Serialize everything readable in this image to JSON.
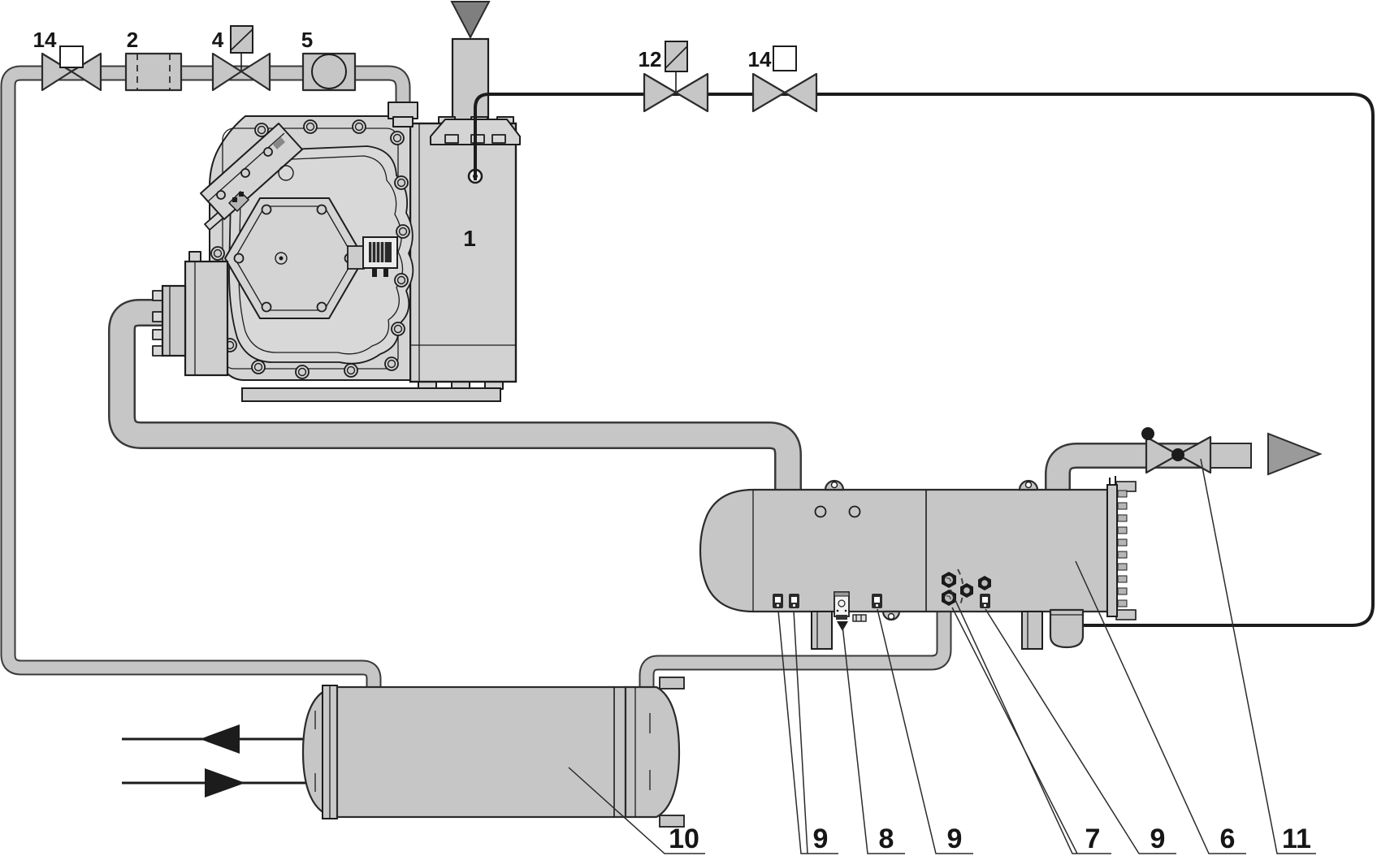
{
  "colors": {
    "outline": "#1d1d1d",
    "fill_light": "#d6d6d6",
    "fill_mid": "#c6c6c6",
    "suction_arrow_gray": "#7f7f7f",
    "discharge_arrow_gray": "#9a9a9a",
    "oil_line_black": "#1c1c1c",
    "background": "#ffffff"
  },
  "callouts": {
    "compressor": "1",
    "filter_drier": "2",
    "solenoid_valve_liquid": "4",
    "sight_glass": "5",
    "oil_separator": "6",
    "oil_service_fittings": "7",
    "oil_level_regulator": "8",
    "sensor": "9",
    "oil_cooler": "10",
    "discharge_valve": "11",
    "solenoid_valve_oil": "12",
    "shutoff_valve": "14"
  }
}
